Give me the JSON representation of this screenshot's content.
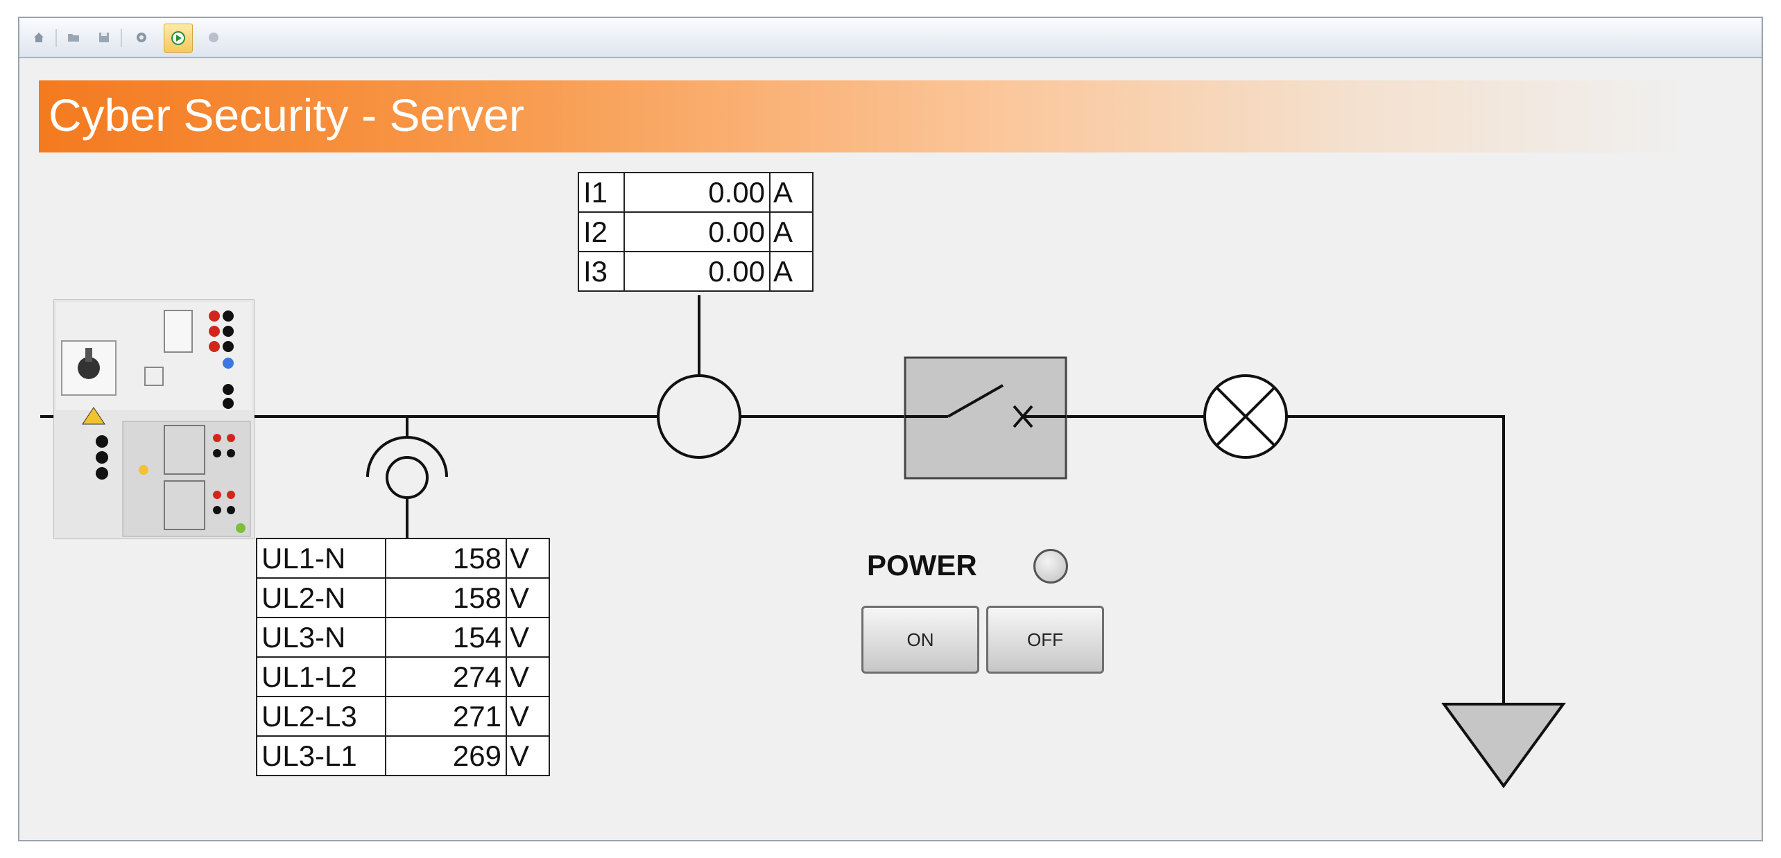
{
  "toolbar": {
    "buttons": [
      "home-icon",
      "open-icon",
      "save-icon",
      "settings-icon",
      "monitor-icon",
      "stop-icon"
    ]
  },
  "header": {
    "title": "Cyber Security - Server",
    "accent_color": "#f47a1f"
  },
  "current_meter": {
    "rows": [
      {
        "label": "I1",
        "value": "0.00",
        "unit": "A"
      },
      {
        "label": "I2",
        "value": "0.00",
        "unit": "A"
      },
      {
        "label": "I3",
        "value": "0.00",
        "unit": "A"
      }
    ]
  },
  "voltage_meter": {
    "rows": [
      {
        "label": "UL1-N",
        "value": "158",
        "unit": "V"
      },
      {
        "label": "UL2-N",
        "value": "158",
        "unit": "V"
      },
      {
        "label": "UL3-N",
        "value": "154",
        "unit": "V"
      },
      {
        "label": "UL1-L2",
        "value": "274",
        "unit": "V"
      },
      {
        "label": "UL2-L3",
        "value": "271",
        "unit": "V"
      },
      {
        "label": "UL3-L1",
        "value": "269",
        "unit": "V"
      }
    ]
  },
  "power": {
    "label": "POWER",
    "on_label": "ON",
    "off_label": "OFF",
    "led_state": "off"
  }
}
